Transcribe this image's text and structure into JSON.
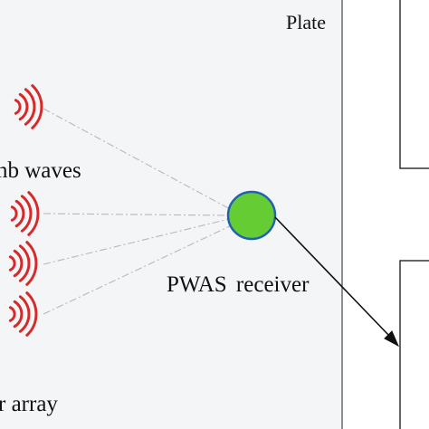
{
  "plate": {
    "label": "Plate",
    "fill": "#f4f5f7",
    "border": "#555555"
  },
  "labels": {
    "lamb_waves": "nb waves",
    "receiver": "PWAS  receiver",
    "array": "r array"
  },
  "receiver": {
    "fill": "#66cc33",
    "stroke": "#1f62b4"
  },
  "wave_color": "#d62a2a",
  "path_line_color": "#b8b8b8",
  "arrow_color": "#111111"
}
